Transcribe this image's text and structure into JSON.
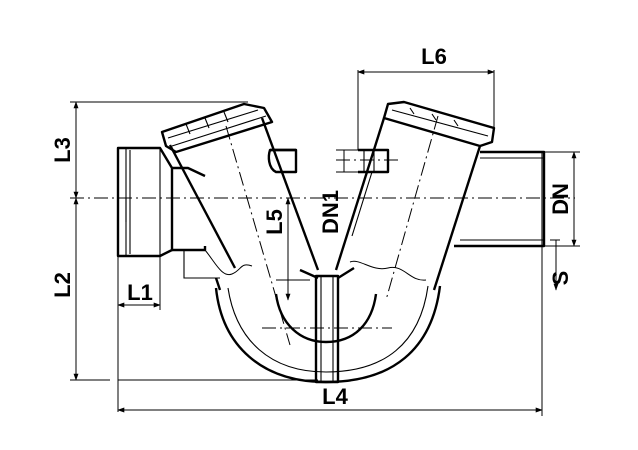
{
  "dimensions": {
    "l1": "L1",
    "l2": "L2",
    "l3": "L3",
    "l4": "L4",
    "l5": "L5",
    "l6": "L6",
    "dn": "DN",
    "dn1": "DN1",
    "s": "S"
  }
}
